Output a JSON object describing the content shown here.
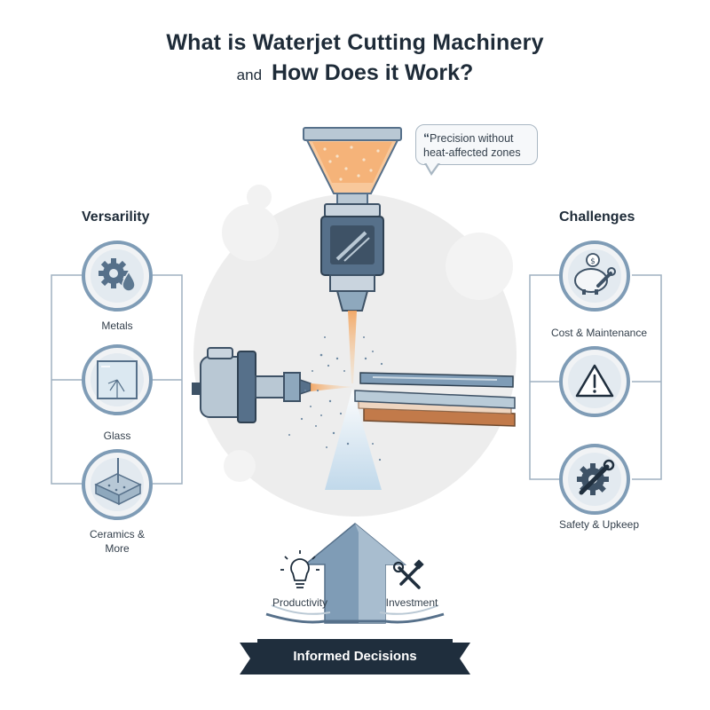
{
  "header": {
    "title": "What is Waterjet Cutting Machinery",
    "subtitle_and": "and",
    "subtitle_main": "How Does it Work?"
  },
  "callout": {
    "quote_mark": "“",
    "text_line1": "Precision without",
    "text_line2": "heat-affected zones"
  },
  "versatility": {
    "title": "Versarility",
    "items": [
      {
        "label": "Metals",
        "icon": "gear-droplet-icon"
      },
      {
        "label": "Glass",
        "icon": "glass-pane-icon"
      },
      {
        "label_line1": "Ceramics &",
        "label_line2": "More",
        "icon": "ceramic-block-icon"
      }
    ]
  },
  "challenges": {
    "title": "Challenges",
    "items": [
      {
        "label": "Cost & Maintenance",
        "icon": "piggy-bank-wrench-icon"
      },
      {
        "label": "",
        "icon": "warning-triangle-icon"
      },
      {
        "label": "Safety & Upkeep",
        "icon": "gear-wrench-icon"
      }
    ]
  },
  "balance": {
    "left_label": "Productivity",
    "left_icon": "lightbulb-icon",
    "right_label": "Investment",
    "right_icon": "tools-icon"
  },
  "banner": {
    "label": "Informed Decisions"
  },
  "colors": {
    "dark_navy": "#1f2e3d",
    "steel_blue": "#7f9cb6",
    "light_gray": "#ececec",
    "orange_abrasive": "#f3a25c",
    "copper": "#c27a4a"
  }
}
